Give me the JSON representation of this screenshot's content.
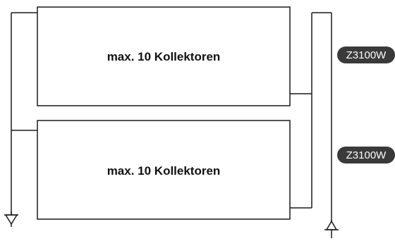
{
  "panels": [
    {
      "label": "max. 10 Kollektoren"
    },
    {
      "label": "max. 10 Kollektoren"
    }
  ],
  "badges": [
    {
      "text": "Z3100W",
      "color": "#3a3a3a"
    },
    {
      "text": "Z3100W",
      "color": "#3a3a3a"
    }
  ],
  "colors": {
    "line": "#1a1a1a",
    "badge": "#3a3a3a"
  }
}
